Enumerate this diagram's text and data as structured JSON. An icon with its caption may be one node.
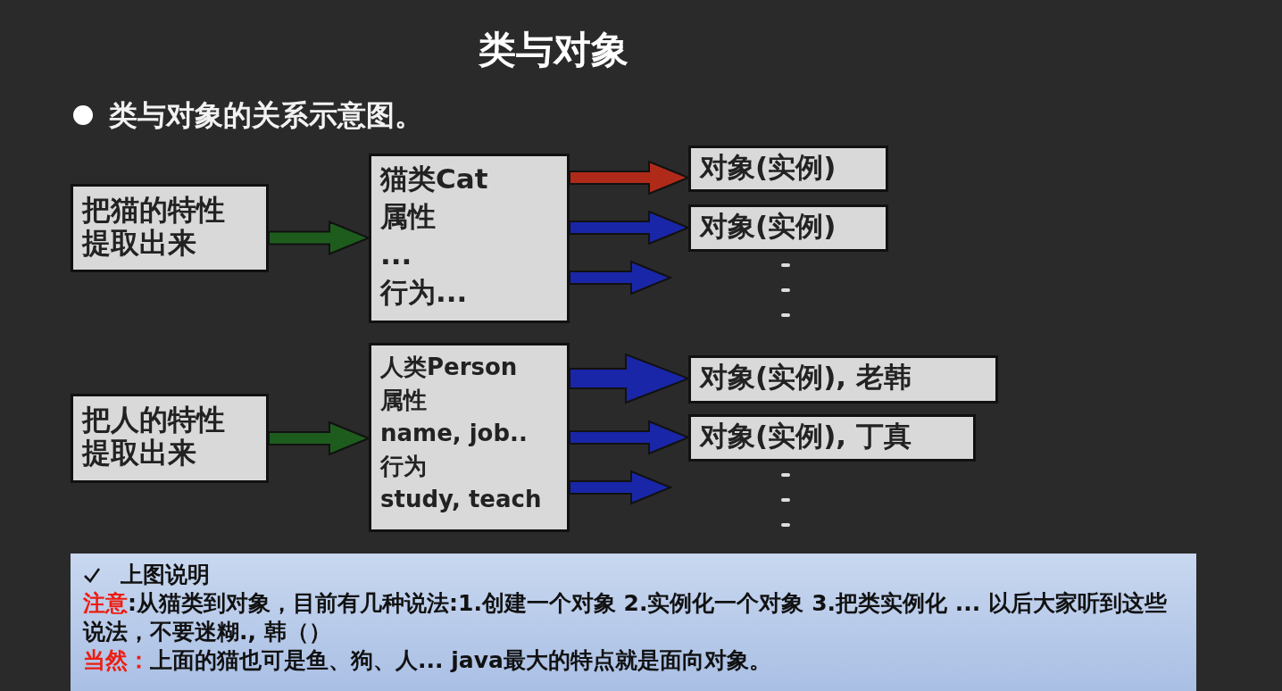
{
  "diagram": {
    "title": "类与对象",
    "nodes": [
      {
        "text": [
          "把猫的特性提取出来"
        ]
      },
      {
        "text": [
          "猫类Cat",
          "属性",
          "...",
          "行为..."
        ]
      },
      {
        "text": [
          "对象(实例)"
        ]
      },
      {
        "text": [
          "对象(实例)"
        ]
      },
      {
        "text": [
          "把人的特性提取出来"
        ]
      },
      {
        "text": [
          "人类Person",
          "属性",
          "name, job..",
          "行为",
          "study, teach"
        ]
      },
      {
        "text": [
          "对象(实例), 老韩"
        ]
      },
      {
        "text": [
          "对象(实例), 丁真"
        ]
      }
    ],
    "edges": [
      {
        "from": 0,
        "to": 1,
        "arrow": "to",
        "color": "#1e5c1e"
      },
      {
        "from": 1,
        "to": 2,
        "arrow": "to",
        "color": "#b02a1a"
      },
      {
        "from": 1,
        "to": 3,
        "arrow": "to"
      },
      {
        "from": 1,
        "to": null,
        "arrow": "to"
      },
      {
        "from": 4,
        "to": 5,
        "arrow": "to",
        "color": "#1e5c1e"
      },
      {
        "from": 5,
        "to": 6,
        "arrow": "to",
        "style": "thick"
      },
      {
        "from": 5,
        "to": 7,
        "arrow": "to"
      },
      {
        "from": 5,
        "to": null,
        "arrow": "to"
      }
    ],
    "labels": [
      "类与对象的关系示意图。",
      "上图说明",
      "注意",
      ":从猫类到对象，目前有几种说法:1.创建一个对象 2.实例化一个对象 3.把类实例化 ... 以后大家听到这些说法，不要迷糊., 韩（）",
      "当然：",
      "上面的猫也可是鱼、狗、人... java最大的特点就是面向对象。"
    ]
  }
}
